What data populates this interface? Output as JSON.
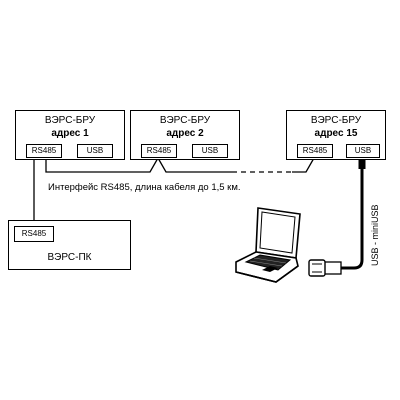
{
  "devices": [
    {
      "name": "ВЭРС-БРУ",
      "address": "адрес 1",
      "ports": [
        "RS485",
        "USB"
      ]
    },
    {
      "name": "ВЭРС-БРУ",
      "address": "адрес 2",
      "ports": [
        "RS485",
        "USB"
      ]
    },
    {
      "name": "ВЭРС-БРУ",
      "address": "адрес 15",
      "ports": [
        "RS485",
        "USB"
      ]
    }
  ],
  "pc": {
    "name": "ВЭРС-ПК",
    "port": "RS485"
  },
  "bus_caption": "Интерфейс RS485, длина кабеля до 1,5 км.",
  "usb_cable_label": "USB - miniUSB",
  "icons": [
    "laptop-icon",
    "usb-plug-icon",
    "miniusb-plug-icon"
  ]
}
